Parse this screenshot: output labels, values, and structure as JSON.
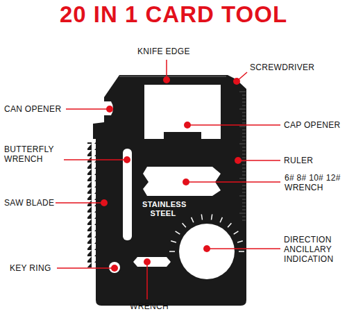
{
  "diagram": {
    "title": "20 IN 1 CARD TOOL",
    "labels": [
      "KNIFE EDGE",
      "SCREWDRIVER",
      "CAN OPENER",
      "CAP OPENER",
      "BUTTERFLY WRENCH",
      "RULER",
      "6# 8# 10# 12# WRENCH",
      "SAW BLADE",
      "STAINLESS STEEL",
      "DIRECTION ANCILLARY INDICATION",
      "KEY RING",
      "WRENCH"
    ]
  }
}
